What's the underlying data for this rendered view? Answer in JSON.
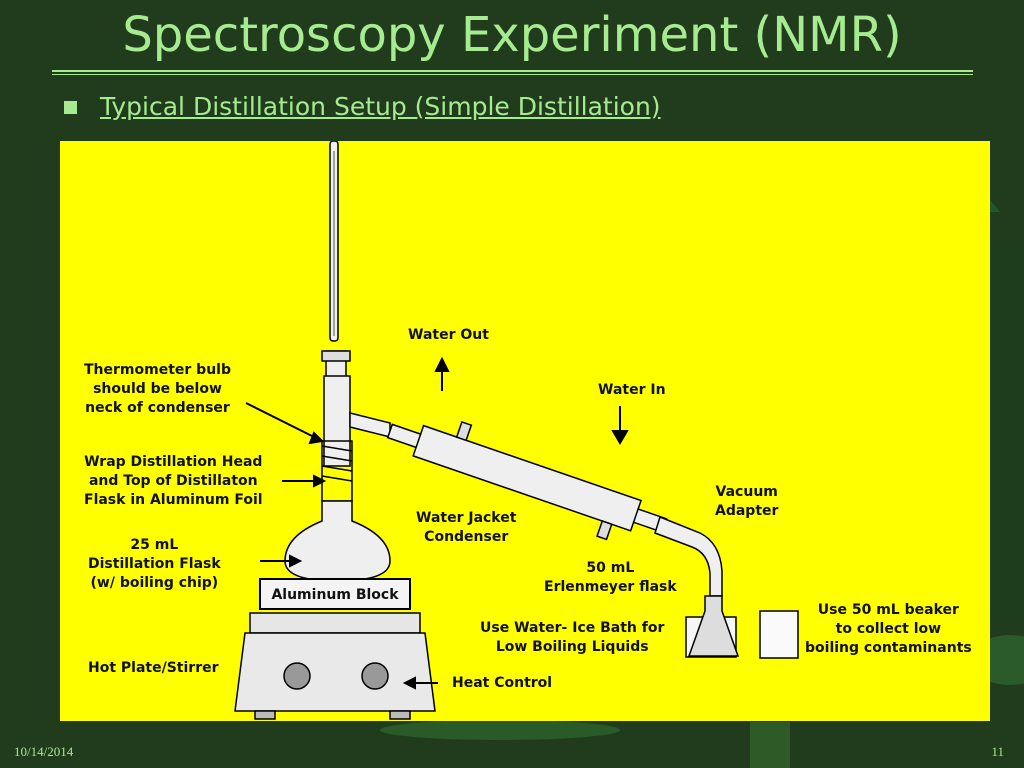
{
  "slide": {
    "title": "Spectroscopy Experiment (NMR)",
    "subtitle": "Typical Distillation Setup (Simple Distillation)",
    "date": "10/14/2014",
    "page_number": "11"
  },
  "diagram": {
    "labels": {
      "thermometer_bulb": "Thermometer bulb\nshould be below\nneck of condenser",
      "wrap_head": "Wrap Distillation Head\nand Top of Distillaton\nFlask in Aluminum Foil",
      "distillation_flask": "25 mL\nDistillation Flask\n(w/ boiling chip)",
      "aluminum_block": "Aluminum Block",
      "hot_plate": "Hot Plate/Stirrer",
      "heat_control": "Heat Control",
      "water_out": "Water Out",
      "water_in": "Water In",
      "water_jacket": "Water Jacket\nCondenser",
      "vacuum_adapter": "Vacuum\nAdapter",
      "erlenmeyer": "50 mL\nErlenmeyer flask",
      "ice_bath": "Use Water- Ice Bath for\nLow Boiling Liquids",
      "beaker": "Use 50 mL beaker\nto collect low\nboiling contaminants"
    }
  },
  "colors": {
    "background": "#213b1d",
    "accent_text": "#a6eb8f",
    "panel": "#ffff00"
  }
}
